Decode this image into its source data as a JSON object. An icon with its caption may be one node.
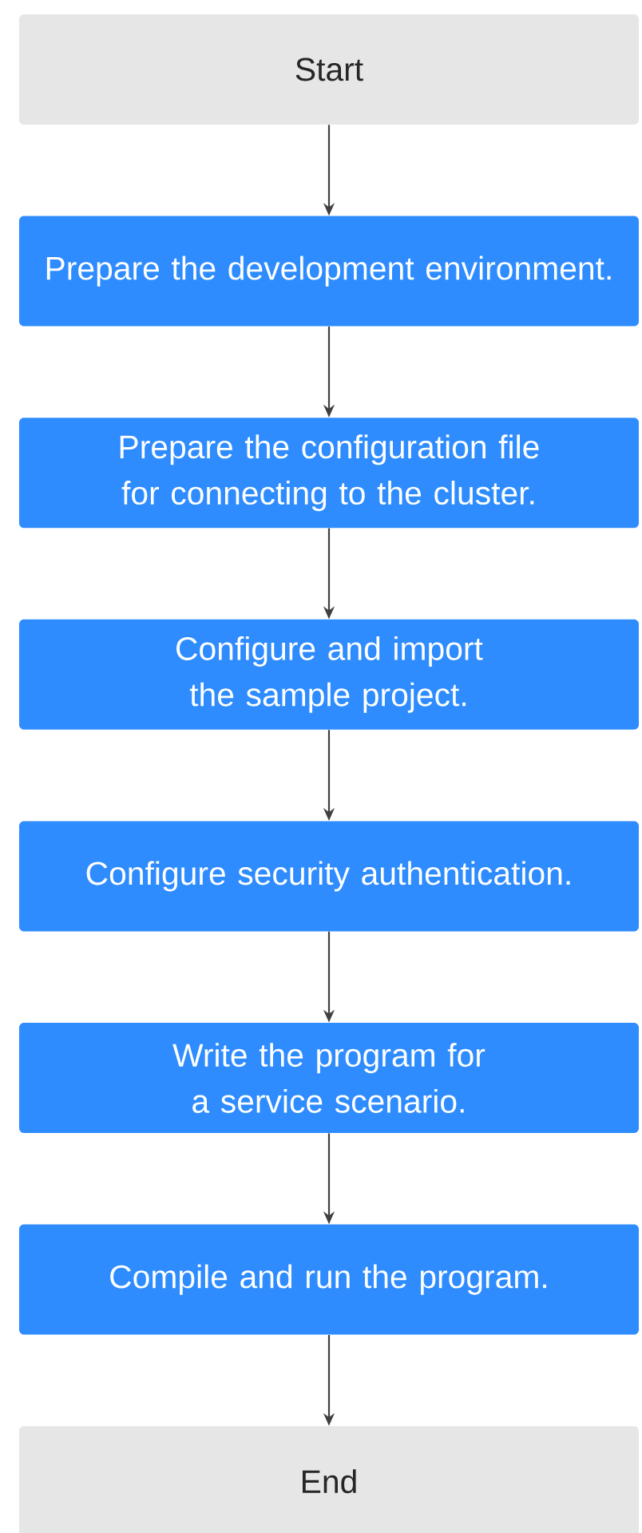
{
  "diagram": {
    "nodes": [
      {
        "text": [
          "Start"
        ]
      },
      {
        "text": [
          "Prepare the development environment."
        ]
      },
      {
        "text": [
          "Prepare the configuration file for connecting to the cluster."
        ]
      },
      {
        "text": [
          "Configure and import the sample project."
        ]
      },
      {
        "text": [
          "Configure security authentication."
        ]
      },
      {
        "text": [
          "Write the program for a service scenario."
        ]
      },
      {
        "text": [
          "Compile and run the program."
        ]
      },
      {
        "text": [
          "End"
        ]
      }
    ],
    "edges": [
      {
        "from": 0,
        "to": 1,
        "arrow": "to"
      },
      {
        "from": 1,
        "to": 2,
        "arrow": "to"
      },
      {
        "from": 2,
        "to": 3,
        "arrow": "to"
      },
      {
        "from": 3,
        "to": 4,
        "arrow": "to"
      },
      {
        "from": 4,
        "to": 5,
        "arrow": "to"
      },
      {
        "from": 5,
        "to": 6,
        "arrow": "to"
      },
      {
        "from": 6,
        "to": 7,
        "arrow": "to"
      }
    ]
  }
}
